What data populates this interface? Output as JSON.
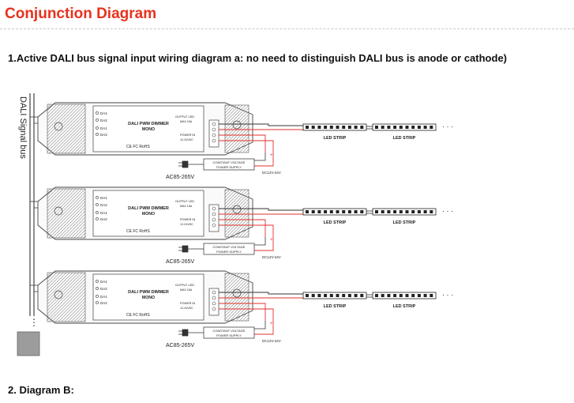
{
  "page": {
    "title": "Conjunction Diagram",
    "section_a": "1.Active DALI bus signal input wiring diagram a: no need to distinguish DALI bus is anode or cathode)",
    "section_b": "2.  Diagram B:"
  },
  "diagram": {
    "bus_label": "DALI Signal bus",
    "units": [
      {
        "inputs": [
          "DA1",
          "DA2",
          "DA1",
          "DA2"
        ],
        "dimmer_title": "DALI PWM DIMMER",
        "dimmer_subtitle": "MONO",
        "cert_marks": "CE FC RoHS",
        "output_label": "OUTPUT LED",
        "output_sub": "MAX 15A",
        "power_label": "POWER IN",
        "power_sub": "12-24VDC",
        "psu_line1": "CONSTANT VOLTAGE",
        "psu_line2": "POWER SUPPLY",
        "mains_label": "AC85-265V",
        "dc_label": "DC12V-24V",
        "strip_labels": [
          "LED STRIP",
          "LED STRIP"
        ],
        "continuation": "· · ·"
      },
      {
        "inputs": [
          "DA1",
          "DA2",
          "DA1",
          "DA2"
        ],
        "dimmer_title": "DALI PWM DIMMER",
        "dimmer_subtitle": "MONO",
        "cert_marks": "CE FC RoHS",
        "output_label": "OUTPUT LED",
        "output_sub": "MAX 15A",
        "power_label": "POWER IN",
        "power_sub": "12-24VDC",
        "psu_line1": "CONSTANT VOLTAGE",
        "psu_line2": "POWER SUPPLY",
        "mains_label": "AC85-265V",
        "dc_label": "DC12V-24V",
        "strip_labels": [
          "LED STRIP",
          "LED STRIP"
        ],
        "continuation": "· · ·"
      },
      {
        "inputs": [
          "DA1",
          "DA2",
          "DA1",
          "DA2"
        ],
        "dimmer_title": "DALI PWM DIMMER",
        "dimmer_subtitle": "MONO",
        "cert_marks": "CE FC RoHS",
        "output_label": "OUTPUT LED",
        "output_sub": "MAX 15A",
        "power_label": "POWER IN",
        "power_sub": "12-24VDC",
        "psu_line1": "CONSTANT VOLTAGE",
        "psu_line2": "POWER SUPPLY",
        "mains_label": "AC85-265V",
        "dc_label": "DC12V-24V",
        "strip_labels": [
          "LED STRIP",
          "LED STRIP"
        ],
        "continuation": "· · ·"
      }
    ],
    "bus_continuation": "⋮"
  },
  "colors": {
    "heading": "#e8321e",
    "wire_red": "#e0312b",
    "line": "#333333"
  },
  "icons": [
    "power-plug-icon",
    "led-strip-icon",
    "terminal-block-icon"
  ]
}
